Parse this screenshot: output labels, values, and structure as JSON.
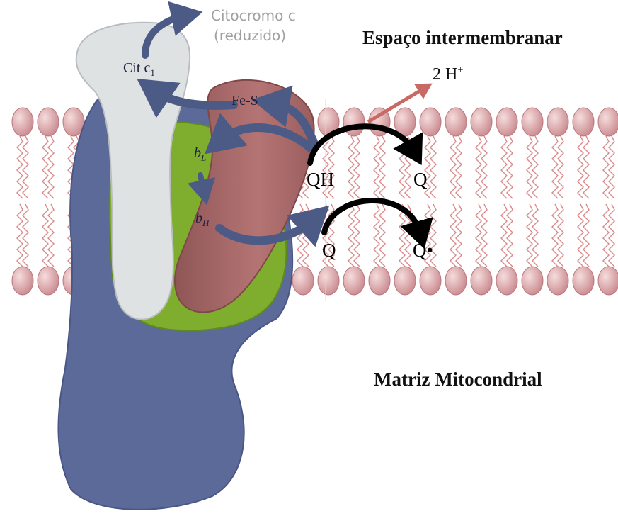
{
  "labels": {
    "cyt_c": "Citocromo c",
    "cyt_c_state": "(reduzido)",
    "intermembrane_space": "Espaço intermembranar",
    "protons": "2 H+",
    "cyt_c1": "Cit c1",
    "fe_s": "Fe-S",
    "b_l": "bL",
    "b_h": "bH",
    "qh": "QH",
    "q_top": "Q",
    "q_bottom": "Q",
    "q_radical": "Q•",
    "matrix": "Matriz Mitocondrial"
  },
  "colors": {
    "lipid_head": "#d9a3a6",
    "lipid_tail": "#d98a8a",
    "protein_blue": "#5c6a99",
    "cyt_c1_gray": "#dfe2e3",
    "green_domain": "#7fae2f",
    "rieske_brown": "#a46464",
    "electron_arrow": "#4c5a86",
    "proton_arrow": "#c86a63",
    "q_arrow": "#000000"
  }
}
